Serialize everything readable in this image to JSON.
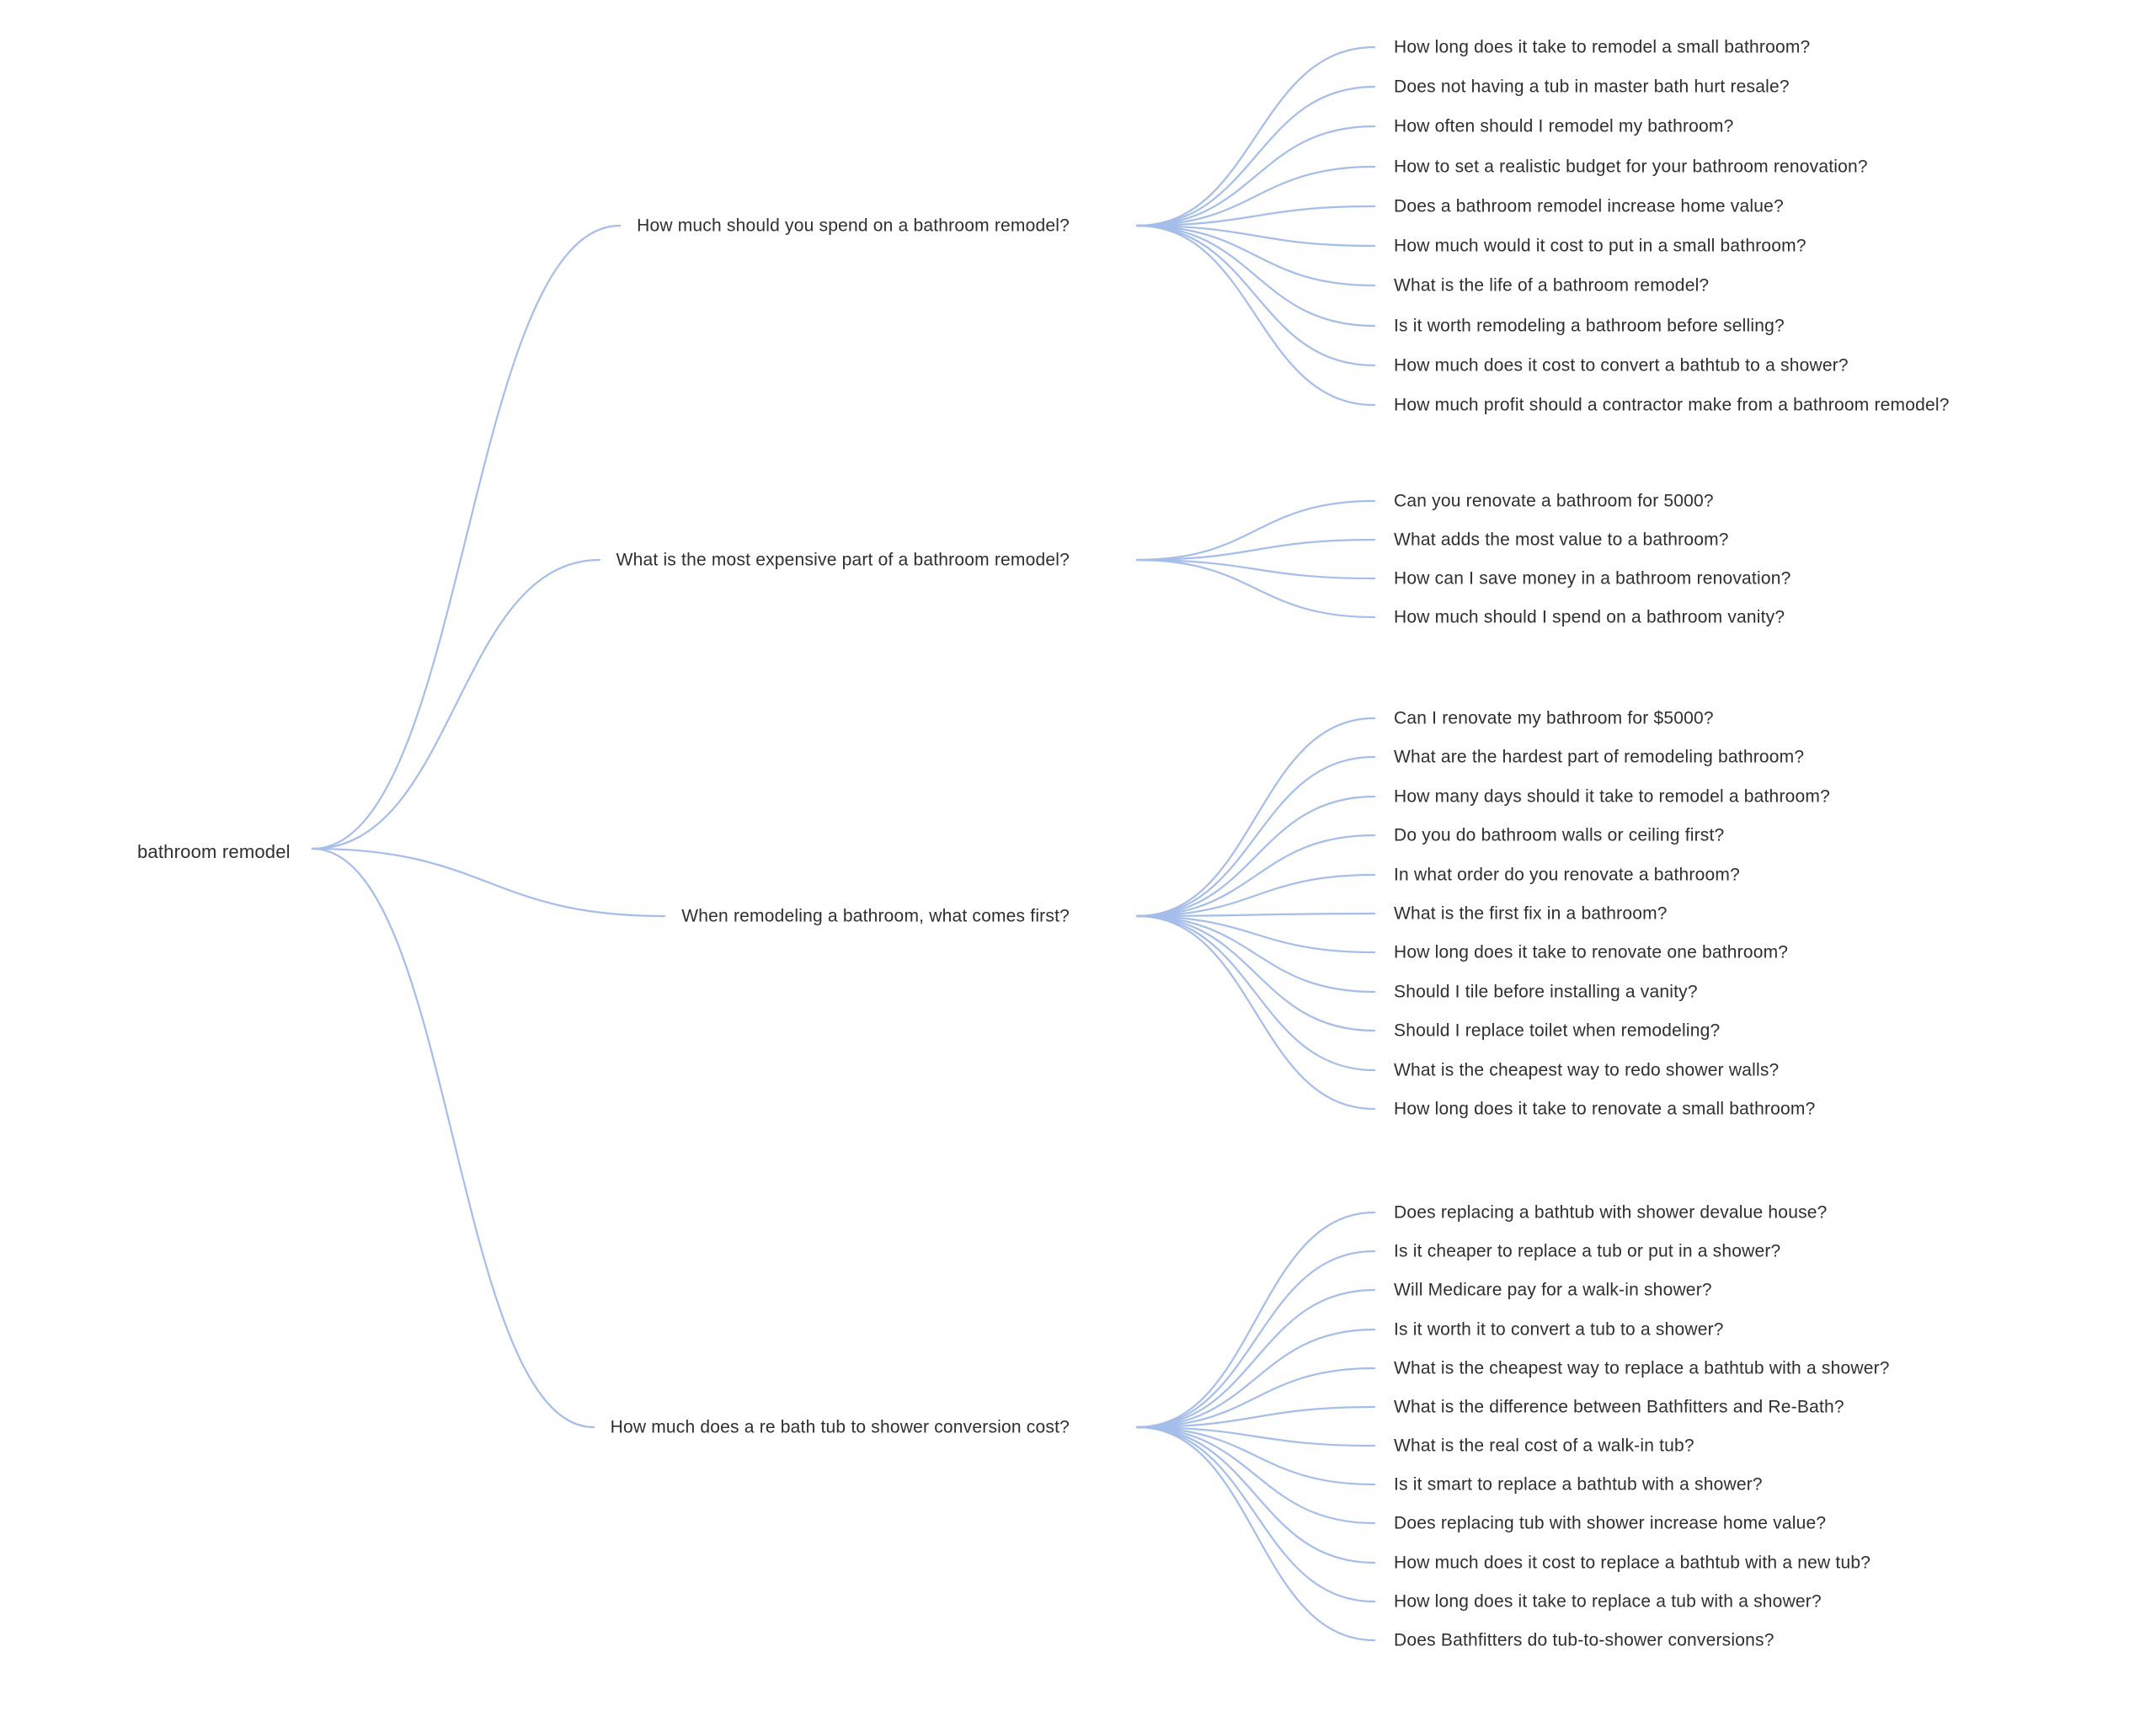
{
  "root": {
    "label": "bathroom remodel"
  },
  "branches": [
    {
      "label": "How much should you spend on a bathroom remodel?",
      "children": [
        "How long does it take to remodel a small bathroom?",
        "Does not having a tub in master bath hurt resale?",
        "How often should I remodel my bathroom?",
        "How to set a realistic budget for your bathroom renovation?",
        "Does a bathroom remodel increase home value?",
        "How much would it cost to put in a small bathroom?",
        "What is the life of a bathroom remodel?",
        "Is it worth remodeling a bathroom before selling?",
        "How much does it cost to convert a bathtub to a shower?",
        "How much profit should a contractor make from a bathroom remodel?"
      ]
    },
    {
      "label": "What is the most expensive part of a bathroom remodel?",
      "children": [
        "Can you renovate a bathroom for 5000?",
        "What adds the most value to a bathroom?",
        "How can I save money in a bathroom renovation?",
        "How much should I spend on a bathroom vanity?"
      ]
    },
    {
      "label": "When remodeling a bathroom, what comes first?",
      "children": [
        "Can I renovate my bathroom for $5000?",
        "What are the hardest part of remodeling bathroom?",
        "How many days should it take to remodel a bathroom?",
        "Do you do bathroom walls or ceiling first?",
        "In what order do you renovate a bathroom?",
        "What is the first fix in a bathroom?",
        "How long does it take to renovate one bathroom?",
        "Should I tile before installing a vanity?",
        "Should I replace toilet when remodeling?",
        "What is the cheapest way to redo shower walls?",
        "How long does it take to renovate a small bathroom?"
      ]
    },
    {
      "label": "How much does a re bath tub to shower conversion cost?",
      "children": [
        "Does replacing a bathtub with shower devalue house?",
        "Is it cheaper to replace a tub or put in a shower?",
        "Will Medicare pay for a walk-in shower?",
        "Is it worth it to convert a tub to a shower?",
        "What is the cheapest way to replace a bathtub with a shower?",
        "What is the difference between Bathfitters and Re-Bath?",
        "What is the real cost of a walk-in tub?",
        "Is it smart to replace a bathtub with a shower?",
        "Does replacing tub with shower increase home value?",
        "How much does it cost to replace a bathtub with a new tub?",
        "How long does it take to replace a tub with a shower?",
        "Does Bathfitters do tub-to-shower conversions?"
      ]
    }
  ],
  "colors": {
    "link": "#a5bde9",
    "text": "#2f2f2f",
    "background": "#ffffff"
  }
}
